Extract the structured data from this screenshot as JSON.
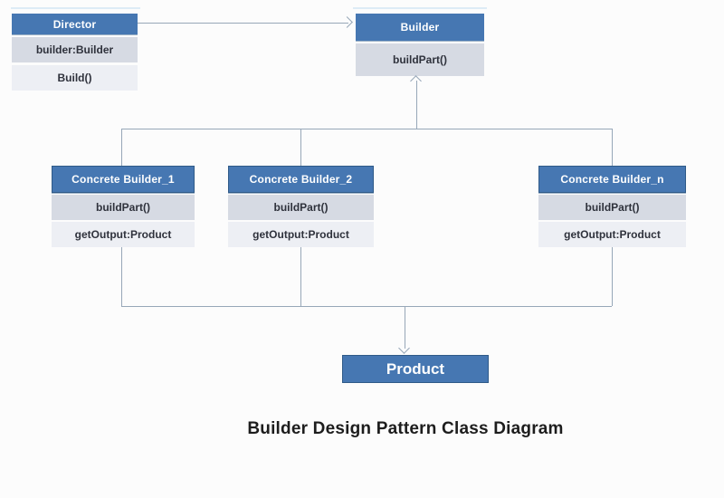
{
  "diagram": {
    "caption": "Builder Design Pattern Class Diagram",
    "colors": {
      "header_blue": "#4677b2",
      "box_border": "#2f5a88",
      "row_dark": "#d6dae3",
      "row_light": "#edeff4",
      "text_dark": "#2f323c",
      "line_color": "#97a7b8",
      "caption_color": "#1d1d1d",
      "artifact_blue": "#d7e9f5"
    },
    "nodes": {
      "director": {
        "title": "Director",
        "members": [
          "builder:Builder",
          "Build()"
        ]
      },
      "builder": {
        "title": "Builder",
        "members": [
          "buildPart()"
        ]
      },
      "concrete1": {
        "title": "Concrete Builder_1",
        "members": [
          "buildPart()",
          "getOutput:Product"
        ]
      },
      "concrete2": {
        "title": "Concrete Builder_2",
        "members": [
          "buildPart()",
          "getOutput:Product"
        ]
      },
      "concreten": {
        "title": "Concrete Builder_n",
        "members": [
          "buildPart()",
          "getOutput:Product"
        ]
      },
      "product": {
        "title": "Product"
      }
    }
  }
}
